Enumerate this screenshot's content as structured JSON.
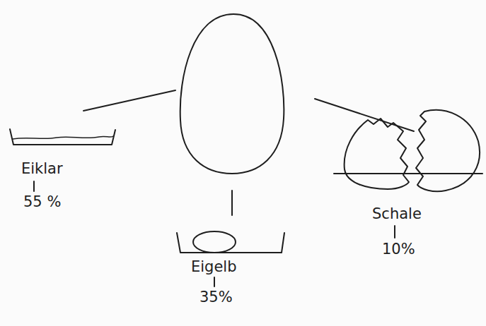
{
  "diagram": {
    "labels": [
      "Eiklar",
      "55 %",
      "Eigelb",
      "35%",
      "Schale",
      "10%"
    ]
  }
}
